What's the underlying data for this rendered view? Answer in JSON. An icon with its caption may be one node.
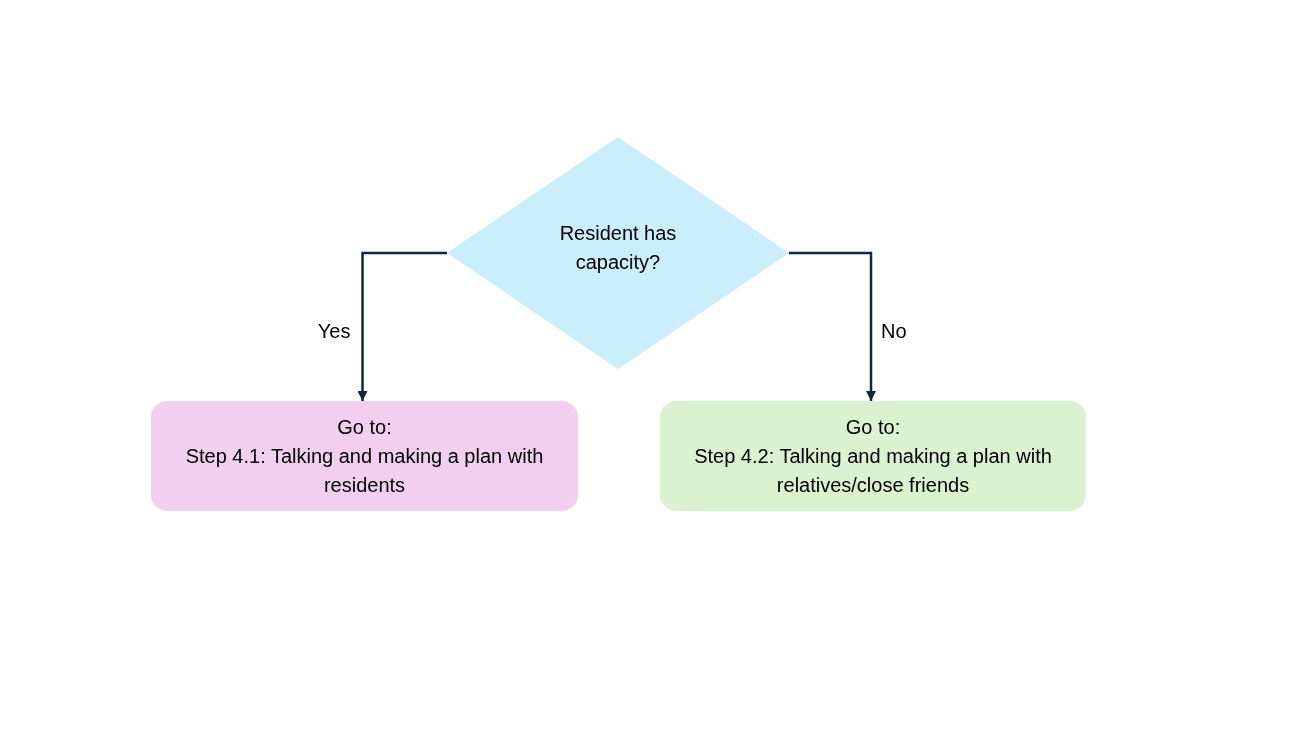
{
  "diagram": {
    "nodes": [
      {
        "text": [
          "Resident has capacity?"
        ]
      },
      {
        "text": [
          "Go to:",
          "Step 4.1: Talking and making a plan with residents"
        ]
      },
      {
        "text": [
          "Go to:",
          "Step 4.2: Talking and making a plan with relatives/close friends"
        ]
      }
    ],
    "edges": [
      {
        "from": 0,
        "to": 1,
        "arrow": "to",
        "label": "Yes"
      },
      {
        "from": 0,
        "to": 2,
        "arrow": "to",
        "label": "No"
      }
    ]
  }
}
